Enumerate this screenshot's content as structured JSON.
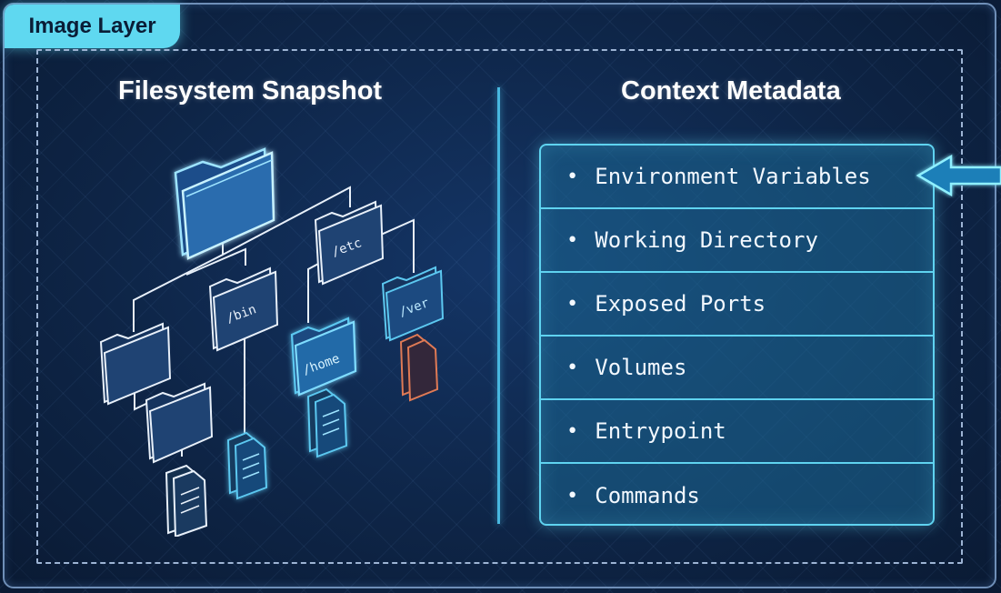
{
  "layer_label": "Image Layer",
  "filesystem": {
    "heading": "Filesystem Snapshot",
    "folders": [
      {
        "label": "/bin"
      },
      {
        "label": "/etc"
      },
      {
        "label": "/home"
      },
      {
        "label": "/ver"
      }
    ]
  },
  "metadata": {
    "heading": "Context Metadata",
    "items": [
      {
        "label": "Environment Variables"
      },
      {
        "label": "Working Directory"
      },
      {
        "label": "Exposed Ports"
      },
      {
        "label": "Volumes"
      },
      {
        "label": "Entrypoint"
      },
      {
        "label": "Commands"
      }
    ],
    "bullet": "•"
  },
  "colors": {
    "accent": "#5fd8f0",
    "white_lines": "#e8f0fa",
    "highlight_folder": "#5cc8f0",
    "orange_file": "#e07a55",
    "background": "#0e2547"
  },
  "icons": {
    "root_folder": "folder-icon",
    "document": "document-icon",
    "arrow": "arrow-left-icon"
  }
}
